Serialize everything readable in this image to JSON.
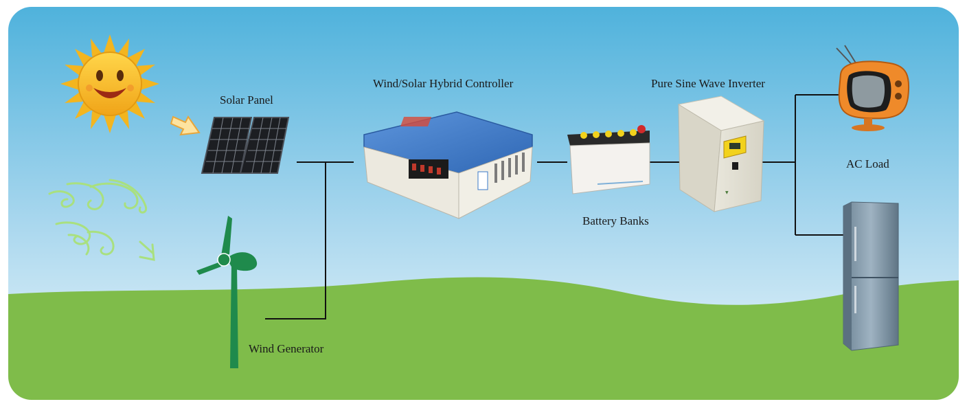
{
  "labels": {
    "solar_panel": "Solar Panel",
    "controller": "Wind/Solar Hybrid Controller",
    "inverter": "Pure Sine Wave Inverter",
    "battery": "Battery Banks",
    "ac_load": "AC Load",
    "wind_generator": "Wind Generator"
  },
  "colors": {
    "sky_top": "#4fb2dc",
    "sky_bottom": "#e8f4fa",
    "grass": "#7fbc4a",
    "turbine": "#1f8a4c",
    "wire": "#111111",
    "controller_blue": "#3a78c8",
    "sun": "#f3b51f"
  },
  "icons": [
    "sun-icon",
    "wind-swirl-icon",
    "solar-panel-icon",
    "wind-turbine-icon",
    "controller-icon",
    "battery-icon",
    "inverter-icon",
    "tv-icon",
    "refrigerator-icon"
  ]
}
